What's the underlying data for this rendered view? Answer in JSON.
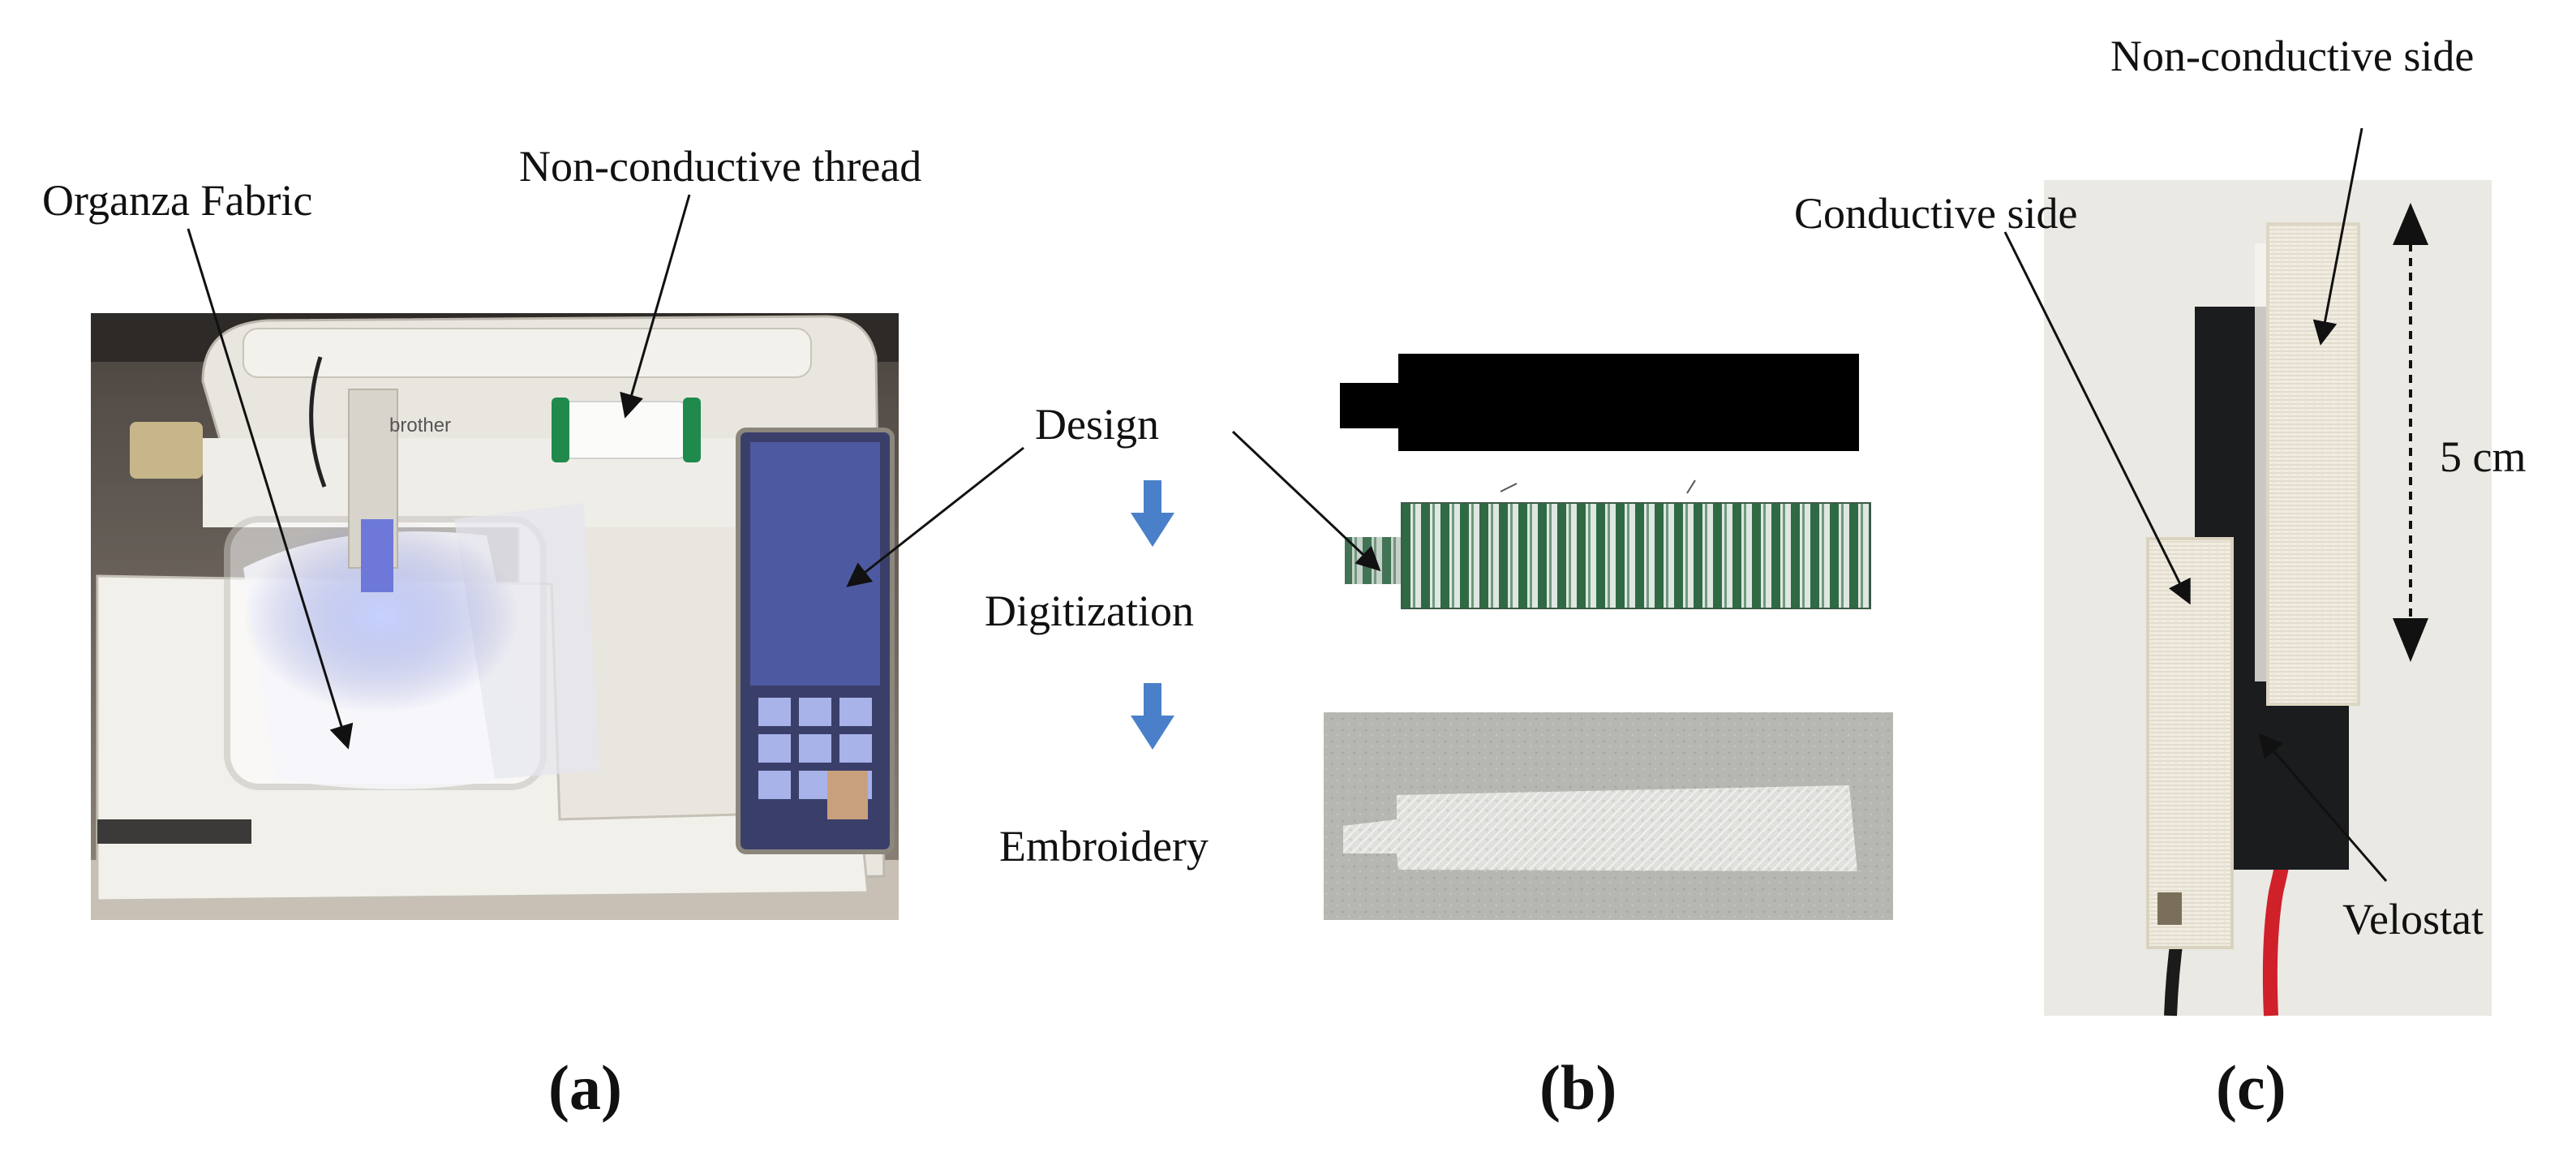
{
  "panel_a": {
    "label": "(a)",
    "annotations": {
      "fabric": "Organza Fabric",
      "thread": "Non-conductive thread"
    },
    "machine_brand": "brother"
  },
  "panel_b": {
    "label": "(b)",
    "steps": [
      "Design",
      "Digitization",
      "Embroidery"
    ]
  },
  "panel_c": {
    "label": "(c)",
    "annotations": {
      "non_conductive": "Non-conductive side",
      "conductive": "Conductive side",
      "length": "5 cm",
      "velostat": "Velostat"
    }
  },
  "colors": {
    "arrow_blue": "#4a80c9",
    "wire_red": "#d0202a",
    "velostat": "#1a1c1e",
    "stitch_green": "#2f6a45"
  }
}
